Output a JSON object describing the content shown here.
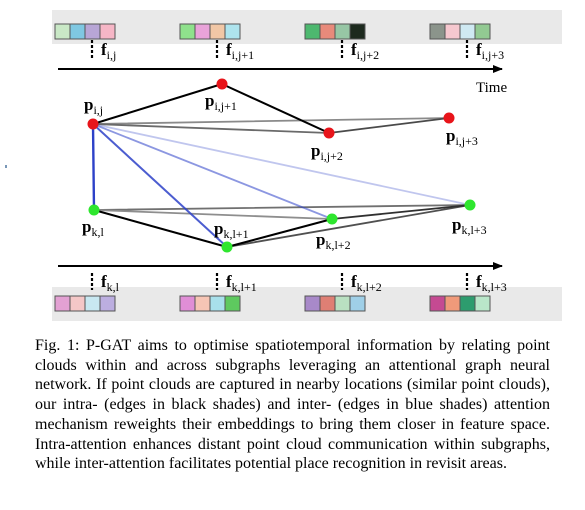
{
  "figure": {
    "time_label": "Time",
    "frames_top": [
      {
        "feat": "f",
        "sub": "i,j",
        "colors": [
          "#c9e8c6",
          "#7fc8e2",
          "#b8a6d6",
          "#f6b6c6"
        ]
      },
      {
        "feat": "f",
        "sub": "i,j+1",
        "colors": [
          "#8fe18c",
          "#e9a3d9",
          "#f1c7a6",
          "#aee4ee"
        ]
      },
      {
        "feat": "f",
        "sub": "i,j+2",
        "colors": [
          "#4db86f",
          "#e88a7b",
          "#97c6a5",
          "#1d2a1e"
        ]
      },
      {
        "feat": "f",
        "sub": "i,j+3",
        "colors": [
          "#8b948b",
          "#f6c8cf",
          "#cfe9f2",
          "#92c992"
        ]
      }
    ],
    "frames_bottom": [
      {
        "feat": "f",
        "sub": "k,l",
        "colors": [
          "#e3a1d3",
          "#f4c7c7",
          "#c8e8f1",
          "#bcaee0"
        ]
      },
      {
        "feat": "f",
        "sub": "k,l+1",
        "colors": [
          "#e08ed6",
          "#f6c5b5",
          "#a8e0eb",
          "#5ec95f"
        ]
      },
      {
        "feat": "f",
        "sub": "k,l+2",
        "colors": [
          "#a889c9",
          "#df7f74",
          "#b9e0c1",
          "#9fcfe7"
        ]
      },
      {
        "feat": "f",
        "sub": "k,l+3",
        "colors": [
          "#c54a92",
          "#f09a7a",
          "#2d9c6e",
          "#b9e6c9"
        ]
      }
    ],
    "nodes_top": [
      {
        "name": "p",
        "sub": "i,j"
      },
      {
        "name": "p",
        "sub": "i,j+1"
      },
      {
        "name": "p",
        "sub": "i,j+2"
      },
      {
        "name": "p",
        "sub": "i,j+3"
      }
    ],
    "nodes_bottom": [
      {
        "name": "p",
        "sub": "k,l"
      },
      {
        "name": "p",
        "sub": "k,l+1"
      },
      {
        "name": "p",
        "sub": "k,l+2"
      },
      {
        "name": "p",
        "sub": "k,l+3"
      }
    ],
    "colors": {
      "top_node": "#e8141a",
      "bottom_node": "#2ee62e",
      "intra_edge": "#000000",
      "inter_edge": "#2d41c8",
      "band": "#e9e9e9"
    }
  },
  "caption": "Fig. 1: P-GAT aims to optimise spatiotemporal information by relating point clouds within and across subgraphs leveraging an attentional graph neural network. If point clouds are captured in nearby locations (similar point clouds), our intra- (edges in black shades) and inter- (edges in blue shades) attention mechanism reweights their embeddings to bring them closer in feature space. Intra-attention enhances distant point cloud communication within subgraphs, while inter-attention facilitates potential place recognition in revisit areas."
}
